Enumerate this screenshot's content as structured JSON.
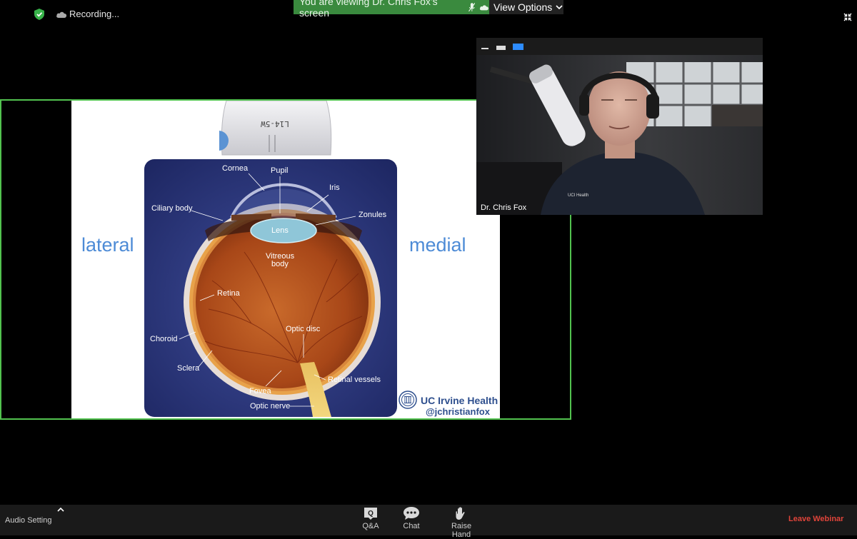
{
  "status": {
    "recording_label": "Recording...",
    "viewing_banner": "You are viewing Dr. Chris Fox's screen",
    "view_options_label": "View Options"
  },
  "shared_screen": {
    "slide": {
      "left_label": "lateral",
      "right_label": "medial",
      "probe_label": "L14-5W",
      "eye_labels": {
        "cornea": "Cornea",
        "pupil": "Pupil",
        "iris": "Iris",
        "ciliary_body": "Ciliary body",
        "zonules": "Zonules",
        "lens": "Lens",
        "vitreous_body_1": "Vitreous",
        "vitreous_body_2": "body",
        "retina": "Retina",
        "optic_disc": "Optic disc",
        "choroid": "Choroid",
        "sclera": "Sclera",
        "retinal_vessels": "Retinal vessels",
        "fovea": "Fovea",
        "optic_nerve": "Optic nerve"
      },
      "brand_name": "UC Irvine Health",
      "brand_handle": "@jchristianfox",
      "video_shirt_text": "UCI Health"
    }
  },
  "video": {
    "participant_name": "Dr. Chris Fox"
  },
  "toolbar": {
    "audio_setting_label": "Audio Setting",
    "qa_label": "Q&A",
    "chat_label": "Chat",
    "raise_hand_label": "Raise Hand",
    "leave_label": "Leave Webinar"
  },
  "colors": {
    "banner_green": "#3a8a3e",
    "share_border": "#52c24f",
    "slide_label_blue": "#4d8bd6",
    "leave_red": "#e0443a",
    "eye_panel_navy": "#243170"
  }
}
